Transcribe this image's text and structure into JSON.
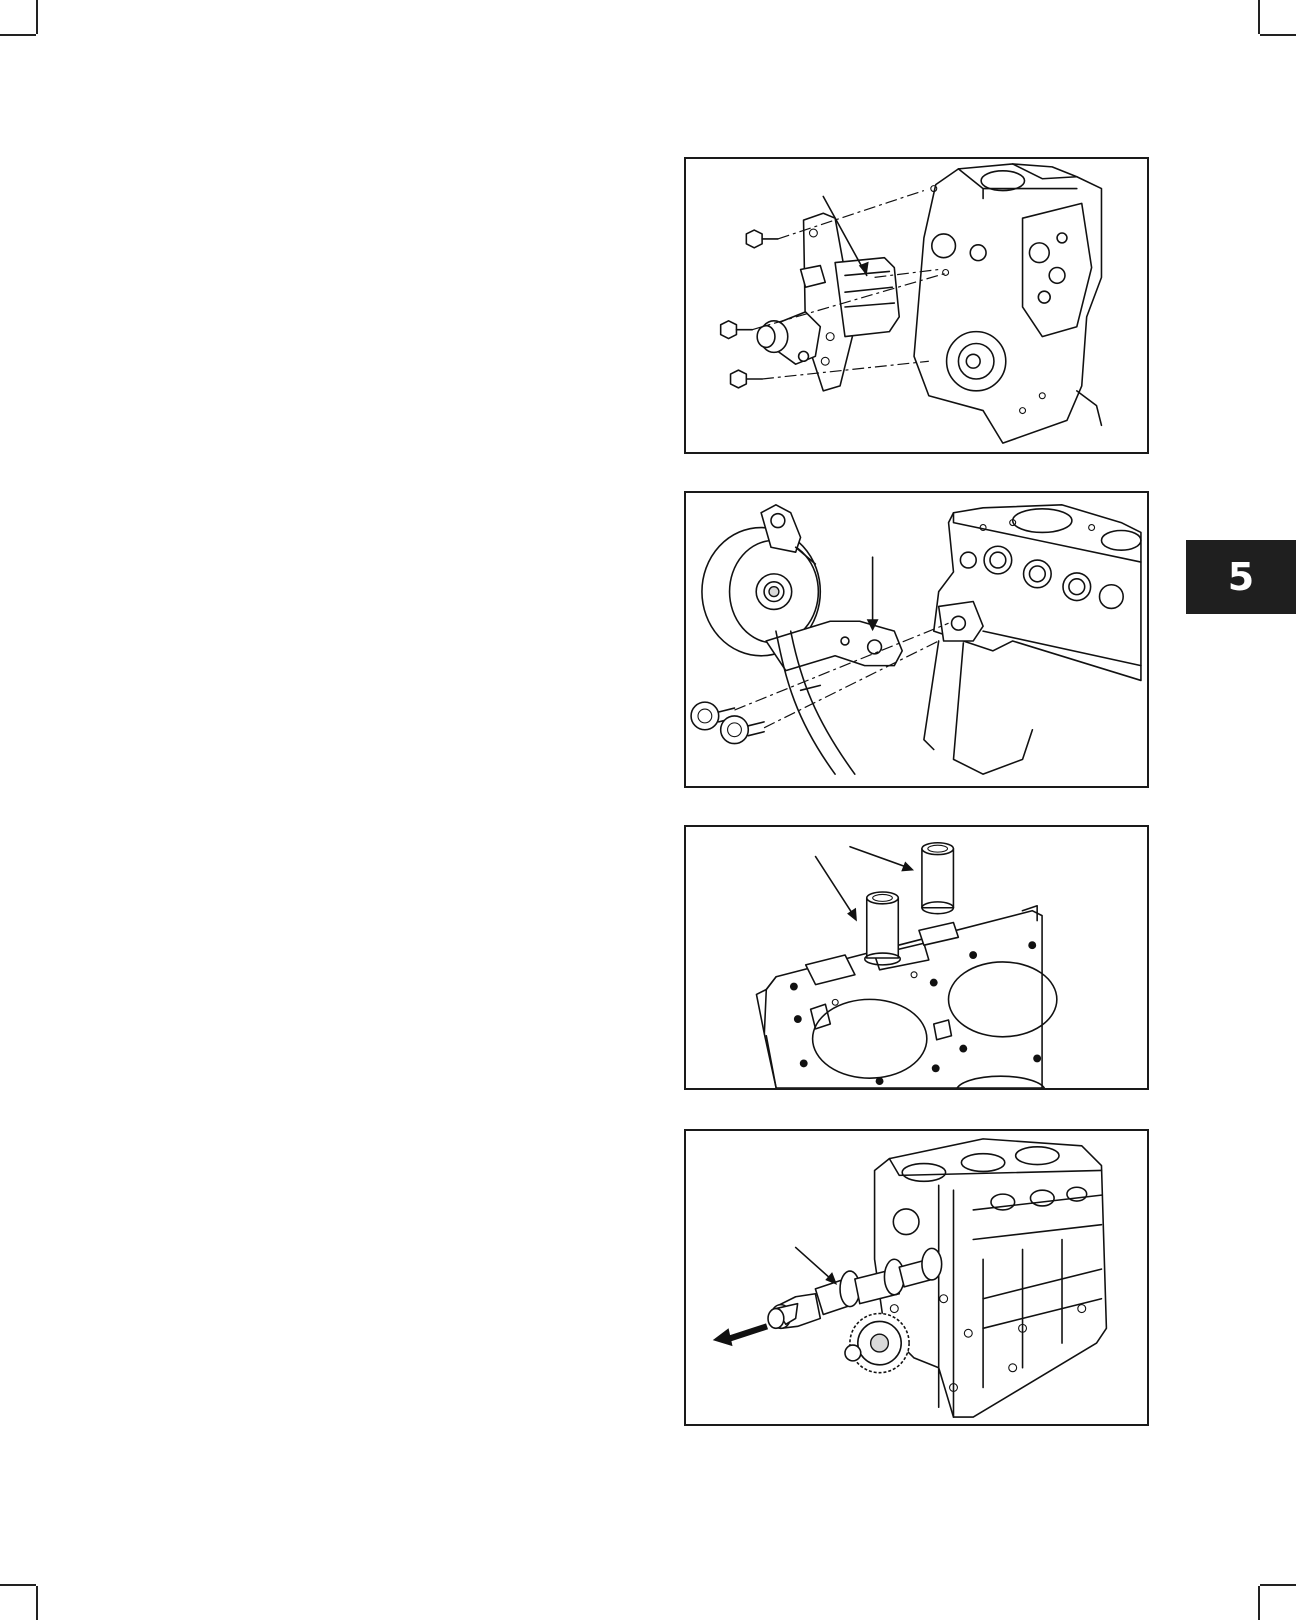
{
  "page": {
    "section_tab": "5"
  },
  "figures": [
    {
      "id": "starter-motor-removal",
      "icon": "starter-motor-illustration"
    },
    {
      "id": "alternator-bracket-removal",
      "icon": "alternator-illustration"
    },
    {
      "id": "dowel-pin-removal",
      "icon": "dowel-pin-illustration"
    },
    {
      "id": "camshaft-removal",
      "icon": "camshaft-illustration"
    }
  ]
}
